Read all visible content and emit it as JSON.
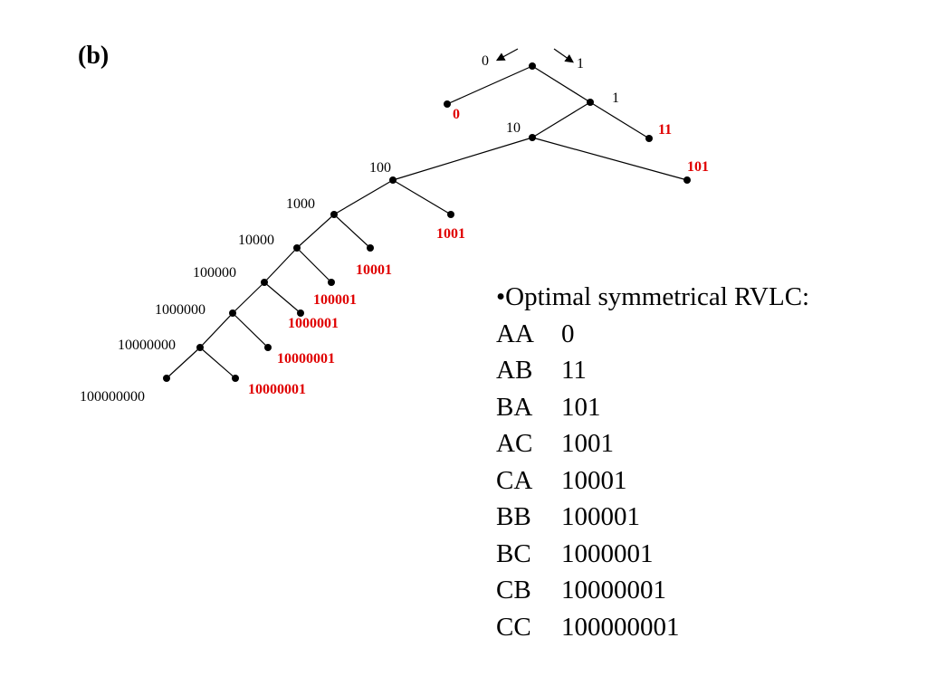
{
  "panel_label": "(b)",
  "tree": {
    "direction_labels": [
      "0",
      "1"
    ],
    "internal_labels": [
      "1",
      "10",
      "100",
      "1000",
      "10000",
      "100000",
      "1000000",
      "10000000",
      "100000000"
    ],
    "leaf_labels": [
      "0",
      "11",
      "101",
      "1001",
      "10001",
      "100001",
      "1000001",
      "10000001",
      "10000001"
    ],
    "leaf_color": "#e00000"
  },
  "code_panel": {
    "title": "•Optimal symmetrical RVLC:",
    "rows": [
      {
        "symbol": "AA",
        "code": "0"
      },
      {
        "symbol": "AB",
        "code": "11"
      },
      {
        "symbol": "BA",
        "code": "101"
      },
      {
        "symbol": "AC",
        "code": "1001"
      },
      {
        "symbol": "CA",
        "code": "10001"
      },
      {
        "symbol": "BB",
        "code": "100001"
      },
      {
        "symbol": "BC",
        "code": "1000001"
      },
      {
        "symbol": "CB",
        "code": "10000001"
      },
      {
        "symbol": "CC",
        "code": "100000001"
      }
    ]
  }
}
